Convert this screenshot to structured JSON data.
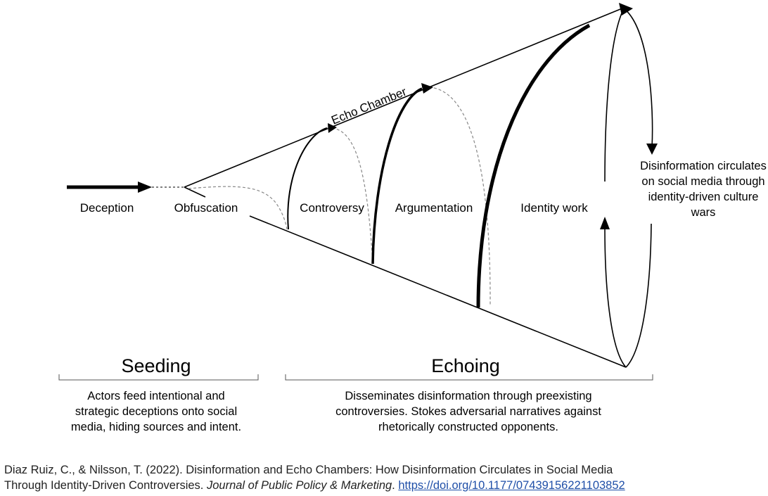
{
  "stages": {
    "deception": "Deception",
    "obfuscation": "Obfuscation",
    "controversy": "Controversy",
    "argumentation": "Argumentation",
    "identity_work": "Identity work"
  },
  "echo_chamber_label": "Echo Chamber",
  "outcome": {
    "line1": "Disinformation circulates",
    "line2": "on social media through",
    "line3": "identity-driven culture",
    "line4": "wars"
  },
  "sections": {
    "seeding": {
      "title": "Seeding",
      "line1": "Actors feed intentional and",
      "line2": "strategic deceptions onto social",
      "line3": "media, hiding sources and intent."
    },
    "echoing": {
      "title": "Echoing",
      "line1": "Disseminates disinformation through preexisting",
      "line2": "controversies. Stokes adversarial narratives against",
      "line3": "rhetorically constructed opponents."
    }
  },
  "citation": {
    "authors": "Diaz Ruiz, C., & Nilsson, T. (2022). Disinformation and Echo Chambers: How Disinformation Circulates in Social Media",
    "line2_prefix": "Through Identity-Driven Controversies.",
    "journal": "Journal of Public Policy & Marketing",
    "doi": "https://doi.org/10.1177/07439156221103852"
  },
  "colors": {
    "ink": "#000000",
    "dashed": "#888888",
    "link": "#1f4fa8"
  }
}
